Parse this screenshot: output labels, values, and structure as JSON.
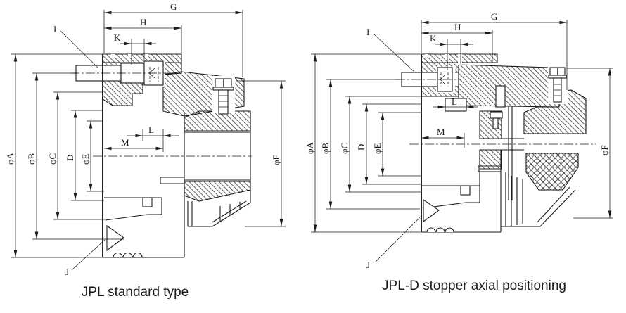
{
  "figure": {
    "views": [
      {
        "caption": "JPL standard type",
        "dims": {
          "G": "G",
          "H": "H",
          "K": "K",
          "I": "I",
          "L": "L",
          "M": "M",
          "J": "J",
          "phiA": "φA",
          "phiB": "φB",
          "phiC": "φC",
          "D": "D",
          "phiE": "φE",
          "phiF": "φF"
        }
      },
      {
        "caption": "JPL-D stopper axial positioning",
        "dims": {
          "G": "G",
          "H": "H",
          "K": "K",
          "I": "I",
          "L": "L",
          "M": "M",
          "J": "J",
          "phiA": "φA",
          "phiB": "φB",
          "phiC": "φC",
          "D": "D",
          "phiE": "φE",
          "phiF": "φF"
        }
      }
    ]
  },
  "colors": {
    "line": "#1a1a1a",
    "background": "#ffffff"
  }
}
